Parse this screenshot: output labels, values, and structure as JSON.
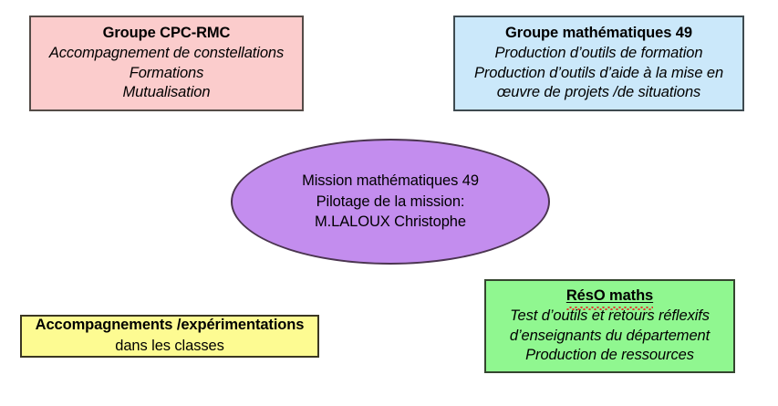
{
  "diagram": {
    "type": "concept-map",
    "background_color": "#ffffff",
    "nodes": [
      {
        "id": "cpc-rmc",
        "shape": "rectangle",
        "fill_color": "#fbcccc",
        "border_color": "#544b47",
        "title": "Groupe CPC-RMC",
        "lines": [
          "Accompagnement de constellations",
          "Formations",
          "Mutualisation"
        ]
      },
      {
        "id": "groupe-mathematiques-49",
        "shape": "rectangle",
        "fill_color": "#cbe8fa",
        "border_color": "#3e4a50",
        "title": "Groupe mathématiques 49",
        "lines": [
          "Production d’outils de formation",
          "Production d’outils d’aide à la mise en",
          "œuvre de projets /de situations"
        ]
      },
      {
        "id": "mission-mathematiques-49",
        "shape": "ellipse",
        "fill_color": "#c38dee",
        "border_color": "#4b3550",
        "lines": [
          "Mission mathématiques 49",
          "Pilotage de la mission:",
          "M.LALOUX Christophe"
        ]
      },
      {
        "id": "reso-maths",
        "shape": "rectangle",
        "fill_color": "#90f790",
        "border_color": "#35452f",
        "title": "RésO maths",
        "title_spellcheck_flag": true,
        "lines": [
          "Test d’outils et retours réflexifs",
          "d’enseignants du département",
          "Production de ressources"
        ]
      },
      {
        "id": "accompagnements-experimentations",
        "shape": "rectangle",
        "fill_color": "#fdfb92",
        "border_color": "#3b3722",
        "title": "Accompagnements /expérimentations",
        "lines": [
          "dans les classes"
        ]
      }
    ]
  }
}
